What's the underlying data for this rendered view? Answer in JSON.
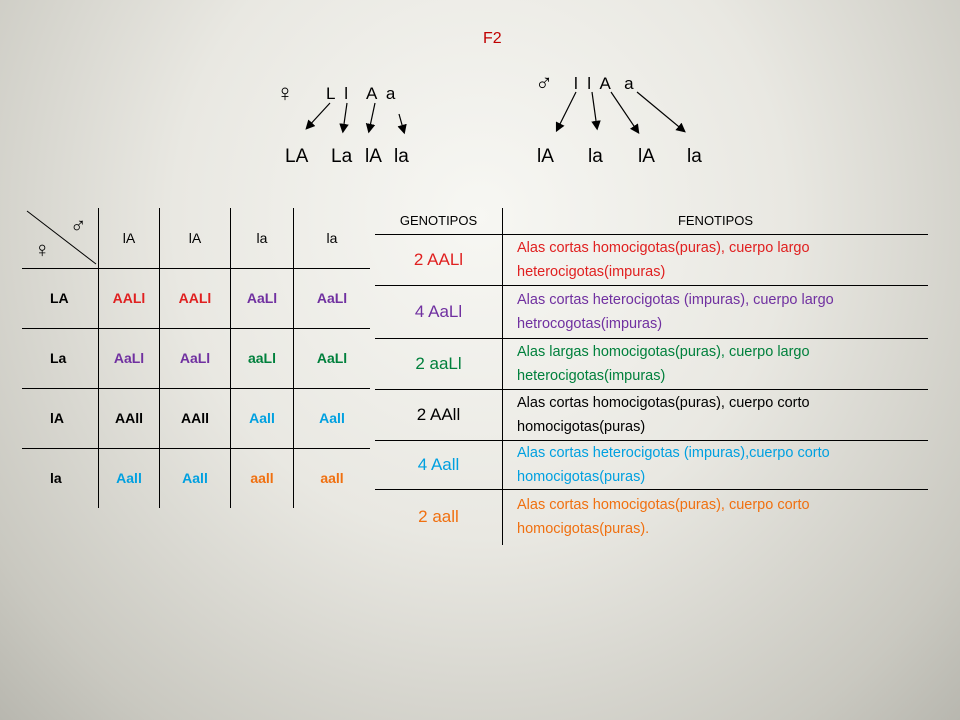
{
  "title": "F2",
  "colors": {
    "red": "#e02020",
    "purple": "#7030a0",
    "green": "#00803c",
    "black": "#000000",
    "blue": "#00a0e0",
    "orange": "#f07010"
  },
  "female_symbol": "♀",
  "male_symbol": "♂",
  "female_parent": "L  l    A  a",
  "male_parent": "l  l  A   a",
  "female_gametes": [
    "LA",
    "La",
    "lA",
    "la"
  ],
  "male_gametes": [
    "lA",
    "la",
    "lA",
    "la"
  ],
  "punnett": {
    "col_headers": [
      "lA",
      "lA",
      "la",
      "la"
    ],
    "row_headers": [
      "LA",
      "La",
      "lA",
      "la"
    ],
    "cells": [
      [
        {
          "text": "AALl",
          "color": "red"
        },
        {
          "text": "AALl",
          "color": "red"
        },
        {
          "text": "AaLl",
          "color": "purple"
        },
        {
          "text": "AaLl",
          "color": "purple"
        }
      ],
      [
        {
          "text": "AaLl",
          "color": "purple"
        },
        {
          "text": "AaLl",
          "color": "purple"
        },
        {
          "text": "aaLl",
          "color": "green"
        },
        {
          "text": "AaLl",
          "color": "green"
        }
      ],
      [
        {
          "text": "AAll",
          "color": "black"
        },
        {
          "text": "AAll",
          "color": "black"
        },
        {
          "text": "Aall",
          "color": "blue"
        },
        {
          "text": "Aall",
          "color": "blue"
        }
      ],
      [
        {
          "text": "Aall",
          "color": "blue"
        },
        {
          "text": "Aall",
          "color": "blue"
        },
        {
          "text": "aall",
          "color": "orange"
        },
        {
          "text": "aall",
          "color": "orange"
        }
      ]
    ]
  },
  "geno_table": {
    "headers": [
      "GENOTIPOS",
      "FENOTIPOS"
    ],
    "rows": [
      {
        "genotype": "2 AALl",
        "phenotype": "Alas cortas homocigotas(puras), cuerpo largo heterocigotas(impuras)",
        "color": "red"
      },
      {
        "genotype": "4 AaLl",
        "phenotype": "Alas cortas heterocigotas (impuras), cuerpo largo hetrocogotas(impuras)",
        "color": "purple"
      },
      {
        "genotype": "2 aaLl",
        "phenotype": "Alas largas homocigotas(puras), cuerpo largo heterocigotas(impuras)",
        "color": "green"
      },
      {
        "genotype": "2 AAll",
        "phenotype": "Alas cortas homocigotas(puras), cuerpo corto homocigotas(puras)",
        "color": "black"
      },
      {
        "genotype": "4 Aall",
        "phenotype": "Alas cortas heterocigotas (impuras),cuerpo corto homocigotas(puras)",
        "color": "blue"
      },
      {
        "genotype": "2 aall",
        "phenotype": "Alas cortas homocigotas(puras), cuerpo corto homocigotas(puras).",
        "color": "orange"
      }
    ]
  }
}
